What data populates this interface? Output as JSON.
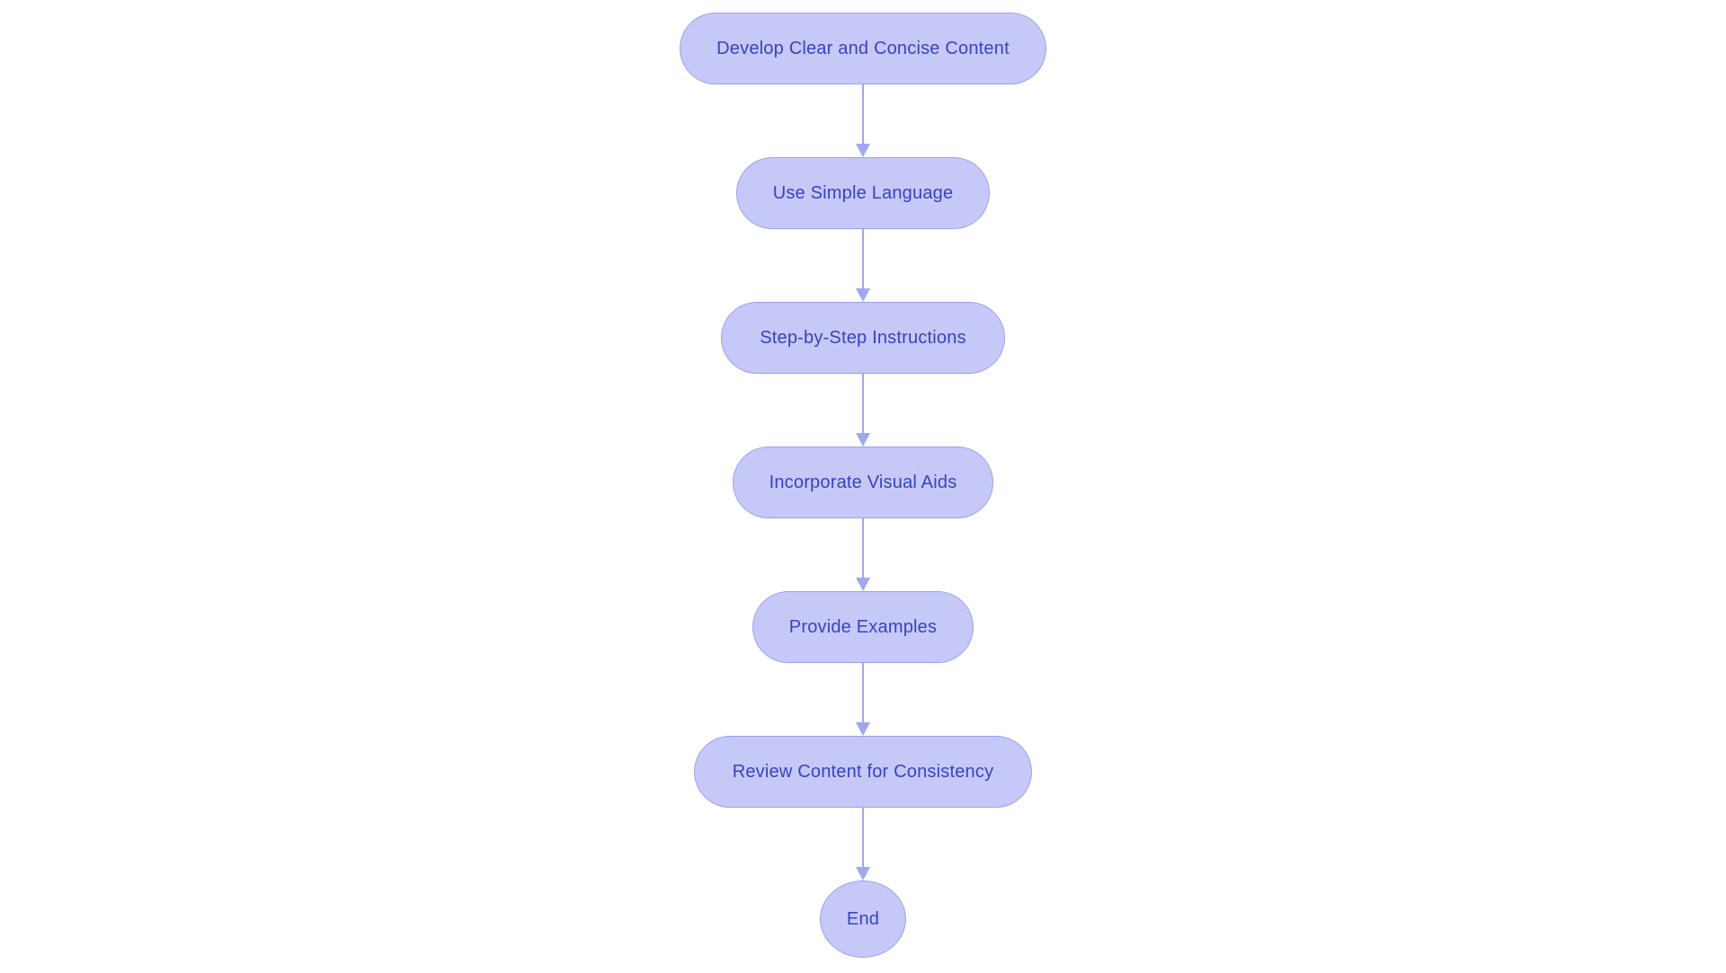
{
  "diagram": {
    "type": "flowchart",
    "direction": "top-down",
    "nodes": [
      {
        "id": "n1",
        "label": "Develop Clear and Concise Content",
        "shape": "pill"
      },
      {
        "id": "n2",
        "label": "Use Simple Language",
        "shape": "pill"
      },
      {
        "id": "n3",
        "label": "Step-by-Step Instructions",
        "shape": "pill"
      },
      {
        "id": "n4",
        "label": "Incorporate Visual Aids",
        "shape": "pill"
      },
      {
        "id": "n5",
        "label": "Provide Examples",
        "shape": "pill"
      },
      {
        "id": "n6",
        "label": "Review Content for Consistency",
        "shape": "pill"
      },
      {
        "id": "n7",
        "label": "End",
        "shape": "circle"
      }
    ],
    "edges": [
      {
        "from": "n1",
        "to": "n2"
      },
      {
        "from": "n2",
        "to": "n3"
      },
      {
        "from": "n3",
        "to": "n4"
      },
      {
        "from": "n4",
        "to": "n5"
      },
      {
        "from": "n5",
        "to": "n6"
      },
      {
        "from": "n6",
        "to": "n7"
      }
    ]
  },
  "colors": {
    "background": "#ffffff",
    "node_fill": "#c6c9f7",
    "node_border": "#99a1ec",
    "node_text": "#3842c2",
    "arrow": "#9fa7ee"
  }
}
